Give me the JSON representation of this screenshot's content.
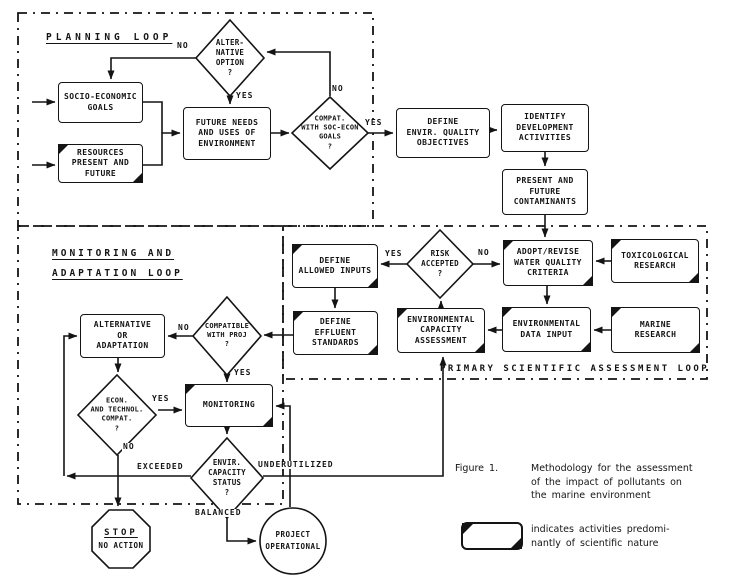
{
  "figure": {
    "label": "Figure 1.",
    "caption": "Methodology for the assessment\nof the impact of pollutants on\nthe marine environment"
  },
  "legend": {
    "text": "indicates activities predomi-\nnantly of scientific nature"
  },
  "loops": {
    "planning": "PLANNING LOOP",
    "monitoring": "MONITORING AND\nADAPTATION LOOP",
    "scientific": "PRIMARY SCIENTIFIC ASSESSMENT LOOP"
  },
  "nodes": {
    "socio": "SOCIO-ECONOMIC\nGOALS",
    "resources": "RESOURCES\nPRESENT AND\nFUTURE",
    "future_needs": "FUTURE NEEDS\nAND USES OF\nENVIRONMENT",
    "define_objectives": "DEFINE\nENVIR. QUALITY\nOBJECTIVES",
    "identify": "IDENTIFY\nDEVELOPMENT\nACTIVITIES",
    "contaminants": "PRESENT AND\nFUTURE\nCONTAMINANTS",
    "define_inputs": "DEFINE\nALLOWED INPUTS",
    "adopt_revise": "ADOPT/REVISE\nWATER QUALITY\nCRITERIA",
    "toxicological": "TOXICOLOGICAL\nRESEARCH",
    "effluent": "DEFINE\nEFFLUENT\nSTANDARDS",
    "env_capacity": "ENVIRONMENTAL\nCAPACITY\nASSESSMENT",
    "env_data": "ENVIRONMENTAL\nDATA INPUT",
    "marine": "MARINE\nRESEARCH",
    "alternative": "ALTERNATIVE\nOR\nADAPTATION",
    "monitoring": "MONITORING"
  },
  "decisions": {
    "alt_option": "ALTER-\nNATIVE\nOPTION\n?",
    "compat_soc": "COMPAT.\nWITH SOC-ECON\nGOALS\n?",
    "risk": "RISK\nACCEPTED\n?",
    "compat_proj": "COMPATIBLE\nWITH PROJ\n?",
    "econ": "ECON.\nAND TECHNOL.\nCOMPAT.\n?",
    "env_status": "ENVIR.\nCAPACITY\nSTATUS\n?"
  },
  "terminals": {
    "stop_title": "STOP",
    "stop_sub": "NO ACTION",
    "project": "PROJECT\nOPERATIONAL"
  },
  "edge_labels": {
    "alt_no": "NO",
    "alt_yes": "YES",
    "soc_no": "NO",
    "soc_yes": "YES",
    "risk_yes": "YES",
    "risk_no": "NO",
    "proj_no": "NO",
    "proj_yes": "YES",
    "econ_yes": "YES",
    "econ_no": "NO",
    "exceeded": "EXCEEDED",
    "underutilized": "UNDERUTILIZED",
    "balanced": "BALANCED"
  },
  "colors": {
    "ink": "#141414",
    "paper": "#ffffff"
  }
}
